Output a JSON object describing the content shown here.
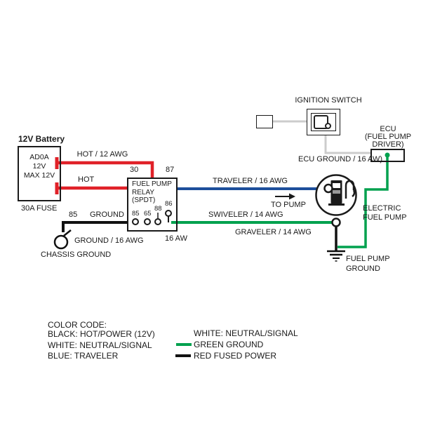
{
  "colors": {
    "wire_red": "#e02128",
    "wire_blue": "#1d4f9b",
    "wire_green": "#00a14e",
    "wire_black": "#111111",
    "wire_gray": "#cccccc",
    "text": "#1a1a1a"
  },
  "battery": {
    "title": "12V Battery",
    "line1": "AD0A",
    "line2": "12V",
    "line3": "MAX 12V",
    "fuse_label": "30A FUSE"
  },
  "relay": {
    "line1": "FUEL PUMP",
    "line2": "RELAY",
    "line3": "(SPDT)",
    "pin_30": "30",
    "pin_87": "87",
    "pin_85": "85",
    "pin_65": "65",
    "pin_88": "88",
    "pin_86": "86",
    "awg_label": "16 AW"
  },
  "wires": {
    "hot_12awg": "HOT / 12 AWG",
    "hot": "HOT",
    "ground_pin": "85",
    "ground": "GROUND",
    "ground_16awg": "GROUND / 16 AWG",
    "chassis_ground": "CHASSIS GROUND",
    "traveler": "TRAVELER / 16 AWG",
    "to_pump": "TO PUMP",
    "swiveler": "SWIVELER / 14 AWG",
    "graveler": "GRAVELER / 14 AWG",
    "ecu_ground": "ECU GROUND / 16 AW)"
  },
  "ignition": {
    "label": "IGNITION SWITCH"
  },
  "ecu": {
    "line1": "ECU",
    "line2": "(FUEL PUMP",
    "line3": "DRIVER)"
  },
  "pump": {
    "label_line1": "ELECTRIC",
    "label_line2": "FUEL PUMP",
    "ground_line1": "FUEL PUMP",
    "ground_line2": "GROUND"
  },
  "legend": {
    "title": "COLOR CODE:",
    "left": [
      "BLACK: HOT/POWER (12V)",
      "WHITE: NEUTRAL/SIGNAL",
      "BLUE: TRAVELER"
    ],
    "right": [
      "WHITE: NEUTRAL/SIGNAL",
      "GREEN GROUND",
      "RED FUSED POWER"
    ]
  }
}
